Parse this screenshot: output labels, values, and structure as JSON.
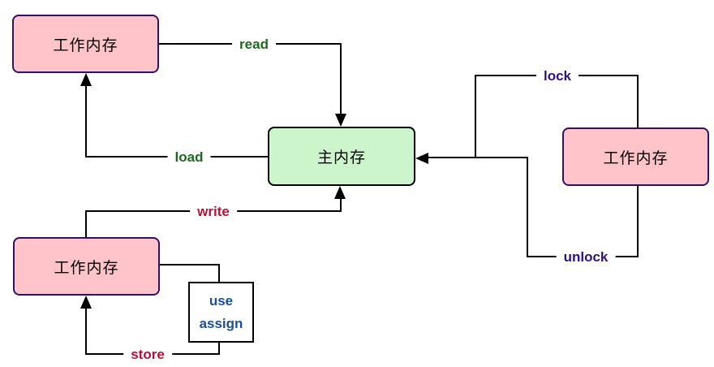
{
  "diagram": {
    "title": "memory-interaction-diagram",
    "nodes": {
      "wm_top_left": {
        "label": "工作内存",
        "type": "working-memory"
      },
      "main_memory": {
        "label": "主内存",
        "type": "main-memory"
      },
      "wm_bottom_left": {
        "label": "工作内存",
        "type": "working-memory"
      },
      "wm_right": {
        "label": "工作内存",
        "type": "working-memory"
      },
      "use_assign": {
        "line1": "use",
        "line2": "assign",
        "type": "operations"
      }
    },
    "edge_labels": {
      "read": "read",
      "load": "load",
      "write": "write",
      "store": "store",
      "lock": "lock",
      "unlock": "unlock"
    }
  },
  "colors": {
    "background": "#FFFFFF",
    "node_fill_pink": "#FFC4CA",
    "node_border_purple": "#2F1168",
    "main_fill_green": "#CCF5CC",
    "line_black": "#000000",
    "label_green": "#1C6B1C",
    "label_crimson": "#BA1038",
    "label_indigo": "#2E1283",
    "label_blue": "#1A4F9B"
  }
}
